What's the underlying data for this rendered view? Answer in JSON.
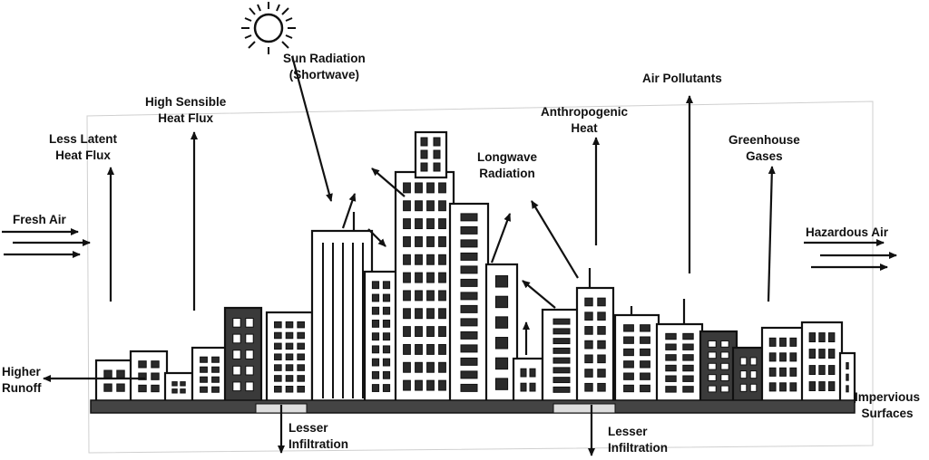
{
  "labels": {
    "sun_radiation": [
      "Sun Radiation",
      "(Shortwave)"
    ],
    "less_latent": [
      "Less Latent",
      "Heat Flux"
    ],
    "high_sensible": [
      "High Sensible",
      "Heat Flux"
    ],
    "fresh_air": [
      "Fresh Air"
    ],
    "longwave": [
      "Longwave",
      "Radiation"
    ],
    "anthropogenic": [
      "Anthropogenic",
      "Heat"
    ],
    "air_pollutants": [
      "Air Pollutants"
    ],
    "greenhouse": [
      "Greenhouse",
      "Gases"
    ],
    "hazardous_air": [
      "Hazardous Air"
    ],
    "higher_runoff": [
      "Higher",
      "Runoff"
    ],
    "lesser_infiltration_1": [
      "Lesser",
      "Infiltration"
    ],
    "lesser_infiltration_2": [
      "Lesser",
      "Infiltration"
    ],
    "impervious": [
      "Impervious",
      "Surfaces"
    ]
  },
  "colors": {
    "ink": "#111111",
    "building_fill": "#ffffff",
    "dark_building": "#3a3a3a",
    "ground": "#444444"
  },
  "icons": {
    "sun": "sun-icon",
    "arrow": "arrow-icon"
  }
}
